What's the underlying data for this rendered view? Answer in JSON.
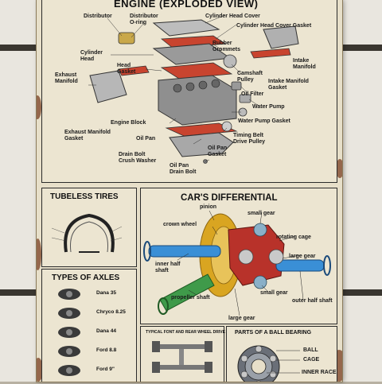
{
  "engine": {
    "title": "ENGINE (EXPLODED VIEW)",
    "labels": {
      "distributor": "Distributor",
      "distributor_oring": "Distributor\nO-ring",
      "cylinder_head_cover": "Cylinder Head Cover",
      "cylinder_head_cover_gasket": "Cylinder Head Cover Gasket",
      "rubber_grommets": "Rubber\nGrommets",
      "cylinder_head": "Cylinder\nHead",
      "head_gasket": "Head\nGasket",
      "intake_manifold": "Intake\nManifold",
      "exhaust_manifold": "Exhaust\nManifold",
      "camshaft_pulley": "Camshaft\nPulley",
      "intake_manifold_gasket": "Intake Manifold\nGasket",
      "oil_filter": "Oil Filter",
      "water_pump": "Water Pump",
      "engine_block": "Engine Block",
      "water_pump_gasket": "Water Pump Gasket",
      "exhaust_manifold_gasket": "Exhaust Manifold\nGasket",
      "timing_belt_drive_pulley": "Timing Belt\nDrive Pulley",
      "oil_pan": "Oil Pan",
      "oil_pan_gasket": "Oil Pan\nGasket",
      "drain_bolt_crush_washer": "Drain Bolt\nCrush Washer",
      "oil_pan_drain_bolt": "Oil Pan\nDrain Bolt"
    }
  },
  "tires": {
    "title": "TUBELESS TIRES"
  },
  "differential": {
    "title": "CAR'S DIFFERENTIAL",
    "labels": {
      "pinion": "pinion",
      "small_gear_top": "small gear",
      "crown_wheel": "crown wheel",
      "rotating_cage": "rotating cage",
      "inner_half_shaft": "inner half\nshaft",
      "large_gear_right": "large gear",
      "propeller_shaft": "propeller shaft",
      "small_gear_bottom": "small gear",
      "outer_half_shaft": "outer half shaft",
      "large_gear_bottom": "large gear"
    }
  },
  "axles": {
    "title": "TYPES OF AXLES",
    "items": [
      "Dana 35",
      "Chryco 8.25",
      "Dana 44",
      "Ford 8.8",
      "Ford 9\""
    ]
  },
  "drive": {
    "title": "TYPICAL FONT AND REAR WHEEL DRIVE"
  },
  "bearing": {
    "title": "PARTS OF A BALL BEARING",
    "labels": {
      "ball": "BALL",
      "cage": "CAGE",
      "inner_race": "INNER RACE"
    }
  },
  "colors": {
    "sign_bg": "#e7dfc9",
    "rust": "#7a3f22",
    "gear_gold": "#d9a521",
    "shaft_blue": "#3a8fd6",
    "housing_red": "#b8322a"
  }
}
